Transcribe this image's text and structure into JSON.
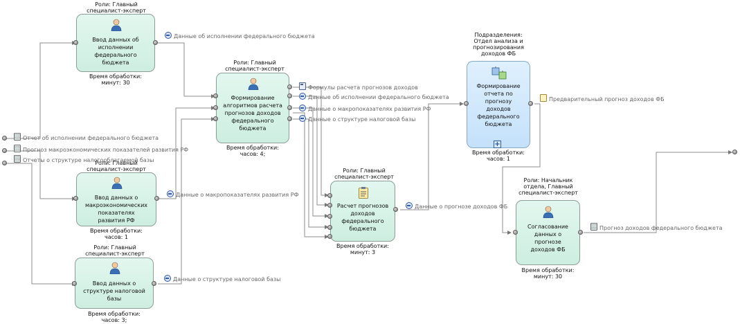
{
  "tasks": {
    "t1": {
      "roles": "Роли: Главный\nспециалист-эксперт",
      "title": "Ввод данных об\nисполнении\nфедерального\nбюджета",
      "time": "Время обработки:\nминут: 30"
    },
    "t2": {
      "roles": "Роли: Главный\nспециалист-эксперт",
      "title": "Ввод данных о\nмакроэкономических\nпоказателях\nразвития РФ",
      "time": "Время обработки:\nчасов: 1"
    },
    "t3": {
      "roles": "Роли: Главный\nспециалист-эксперт",
      "title": "Ввод данных о\nструктуре налоговой\nбазы",
      "time": "Время обработки:\nчасов: 3;"
    },
    "t4": {
      "roles": "Роли: Главный\nспециалист-эксперт",
      "title": "Формирование\nалгоритмов расчета\nпрогнозов доходов\nфедерального\nбюджета",
      "time": "Время обработки:\nчасов: 4;"
    },
    "t5": {
      "roles": "Роли: Главный\nспециалист-эксперт",
      "title": "Расчет прогнозов\nдоходов\nфедерального\nбюджета",
      "time": "Время обработки:\nминут: 3"
    },
    "t6": {
      "roles": "Подразделения:\nОтдел анализа и\nпрогнозирования\nдоходов ФБ",
      "title": "Формирование\nотчета по\nпрогнозу\nдоходов\nфедерального\nбюджета",
      "time": "Время обработки:\nчасов: 1"
    },
    "t7": {
      "roles": "Роли: Начальник\nотдела, Главный\nспециалист-эксперт",
      "title": "Согласование\nданных о\nпрогнозе\nдоходов ФБ",
      "time": "Время обработки:\nминут: 30"
    }
  },
  "inputs": {
    "in1": "Отчет об исполнении федерального бюджета",
    "in2": "Прогноз макроэкономических показателей развития РФ",
    "in3": "Отчеты о структуре налогооблагаемой базы"
  },
  "artifacts": {
    "a1": "Данные об исполнении федерального бюджета",
    "a2": "Данные о макропоказателях развития РФ",
    "a3": "Данные о структуре налоговой базы",
    "a4": "Формулы расчета прогнозов доходов",
    "a5": "Данные об исполнении федерального бюджета",
    "a6": "Данные о макропоказателях развития РФ",
    "a7": "Данные о структуре налоговой базы",
    "a8": "Данные о прогнозе доходов ФБ",
    "a9": "Предварительный прогноз доходов ФБ",
    "a10": "Прогноз доходов федерального бюджета"
  },
  "icons": {
    "task_person": "person-icon",
    "task_calc": "clipboard-icon",
    "task_report": "report-icon",
    "expand": "plus-icon",
    "doc": "document-icon",
    "data": "data-object-icon",
    "calc": "calculator-icon",
    "note": "note-icon"
  },
  "colors": {
    "task_fill": "#d4f2e6",
    "task_fill_blue": "#cde6fb",
    "wire": "#808080",
    "artifact_text": "#666666"
  }
}
